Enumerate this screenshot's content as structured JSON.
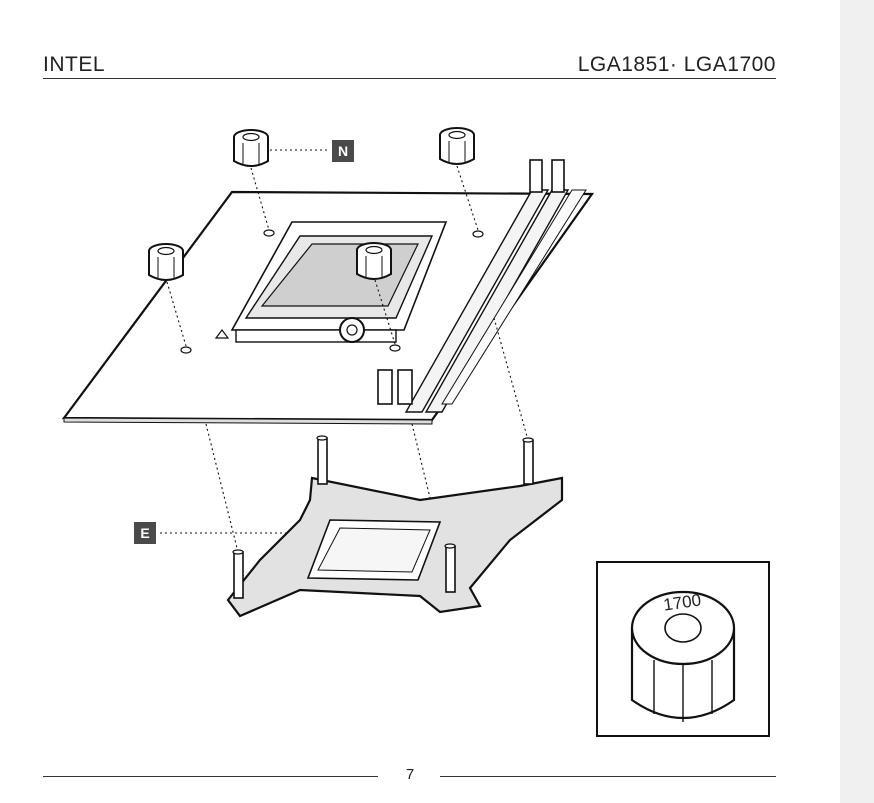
{
  "header": {
    "left_title": "INTEL",
    "right_title": "LGA1851· LGA1700"
  },
  "figure": {
    "callouts": [
      {
        "letter": "N"
      },
      {
        "letter": "E"
      }
    ],
    "detail_label": "1700"
  },
  "footer": {
    "page_number": "7"
  }
}
